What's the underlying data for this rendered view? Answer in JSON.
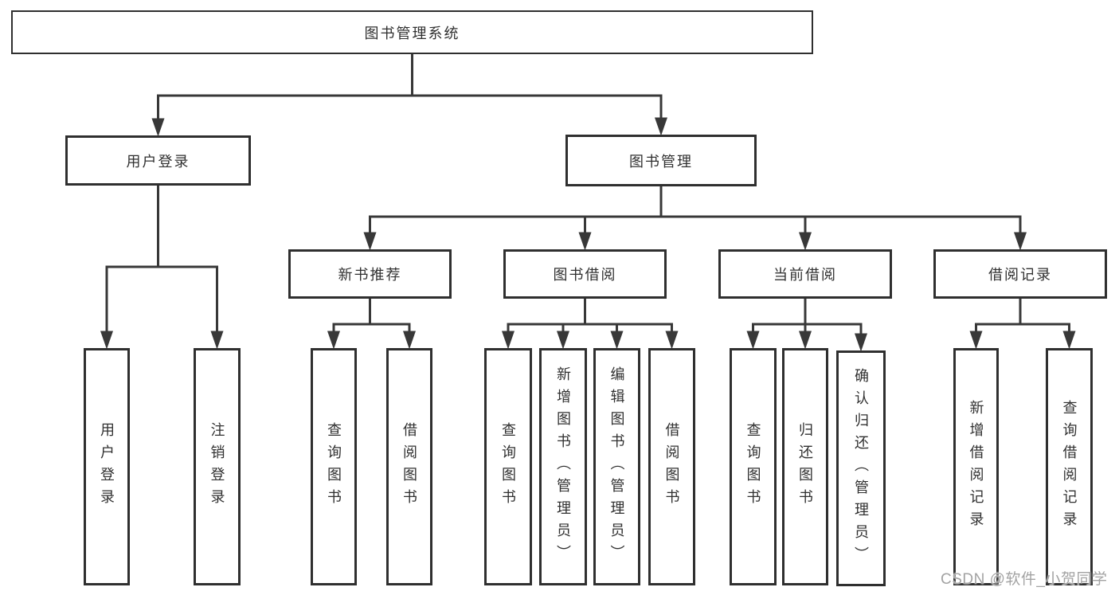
{
  "diagram": {
    "type": "hierarchy-tree",
    "nodes": [
      {
        "id": "root",
        "label": "图书管理系统",
        "level": 1,
        "parent": null
      },
      {
        "id": "user-login-group",
        "label": "用户登录",
        "level": 2,
        "parent": "root"
      },
      {
        "id": "book-mgmt",
        "label": "图书管理",
        "level": 2,
        "parent": "root"
      },
      {
        "id": "new-book-rec",
        "label": "新书推荐",
        "level": 3,
        "parent": "book-mgmt"
      },
      {
        "id": "book-borrow",
        "label": "图书借阅",
        "level": 3,
        "parent": "book-mgmt"
      },
      {
        "id": "current-borrow",
        "label": "当前借阅",
        "level": 3,
        "parent": "book-mgmt"
      },
      {
        "id": "borrow-records",
        "label": "借阅记录",
        "level": 3,
        "parent": "book-mgmt"
      },
      {
        "id": "leaf-user-login",
        "label": "用户登录",
        "level": 4,
        "parent": "user-login-group",
        "vertical": true
      },
      {
        "id": "leaf-logout",
        "label": "注销登录",
        "level": 4,
        "parent": "user-login-group",
        "vertical": true
      },
      {
        "id": "leaf-query-book-1",
        "label": "查询图书",
        "level": 4,
        "parent": "new-book-rec",
        "vertical": true
      },
      {
        "id": "leaf-borrow-book-1",
        "label": "借阅图书",
        "level": 4,
        "parent": "new-book-rec",
        "vertical": true
      },
      {
        "id": "leaf-query-book-2",
        "label": "查询图书",
        "level": 4,
        "parent": "book-borrow",
        "vertical": true
      },
      {
        "id": "leaf-add-book",
        "label": "新增图书（管理员）",
        "level": 4,
        "parent": "book-borrow",
        "vertical": true
      },
      {
        "id": "leaf-edit-book",
        "label": "编辑图书（管理员）",
        "level": 4,
        "parent": "book-borrow",
        "vertical": true
      },
      {
        "id": "leaf-borrow-book-2",
        "label": "借阅图书",
        "level": 4,
        "parent": "book-borrow",
        "vertical": true
      },
      {
        "id": "leaf-query-book-3",
        "label": "查询图书",
        "level": 4,
        "parent": "current-borrow",
        "vertical": true
      },
      {
        "id": "leaf-return-book",
        "label": "归还图书",
        "level": 4,
        "parent": "current-borrow",
        "vertical": true
      },
      {
        "id": "leaf-confirm-return",
        "label": "确认归还（管理员）",
        "level": 4,
        "parent": "current-borrow",
        "vertical": true
      },
      {
        "id": "leaf-add-record",
        "label": "新增借阅记录",
        "level": 4,
        "parent": "borrow-records",
        "vertical": true
      },
      {
        "id": "leaf-query-record",
        "label": "查询借阅记录",
        "level": 4,
        "parent": "borrow-records",
        "vertical": true
      }
    ]
  },
  "watermark": {
    "text": "CSDN @软件_小贺同学"
  },
  "colors": {
    "background": "#ffffff",
    "box_border": "#2f2f2f",
    "line": "#383838",
    "text": "#303030",
    "watermark": "#a3a3a3"
  }
}
